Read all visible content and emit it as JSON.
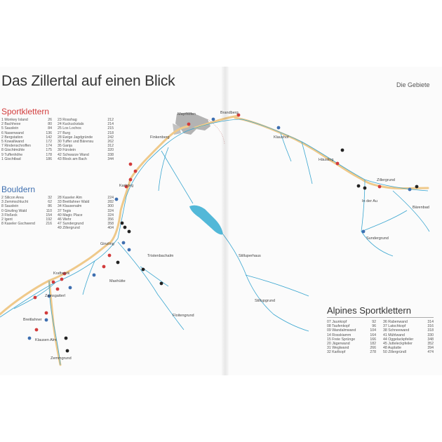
{
  "title": "Das Zillertal auf einen Blick",
  "subtitle": "Die Gebiete",
  "sections": {
    "sport": {
      "heading": "Sportklettern",
      "left": [
        [
          "1 Monkey Island",
          "26"
        ],
        [
          "2 Bachhexe",
          "80"
        ],
        [
          "5 Sauslein",
          "84"
        ],
        [
          "6 Nasenwand",
          "136"
        ],
        [
          "2 Bergstation",
          "142"
        ],
        [
          "5 Kowallwand",
          "172"
        ],
        [
          "7 Rindenschroffen",
          "174"
        ],
        [
          "8 Gischtmühle",
          "175"
        ],
        [
          "9 Tuffenhöhe",
          "178"
        ],
        [
          "1 Gischtbad",
          "186"
        ]
      ],
      "right": [
        [
          "23 Rosshag",
          "212"
        ],
        [
          "24 Kuckuckstals",
          "214"
        ],
        [
          "25 Los Lochos",
          "215"
        ],
        [
          "27 Burg",
          "218"
        ],
        [
          "28 Ewige Jagdgründe",
          "242"
        ],
        [
          "30 Tuffer und Bärensu",
          "262"
        ],
        [
          "35 Ganja",
          "312"
        ],
        [
          "39 Fürstein",
          "320"
        ],
        [
          "42 Schwarze Wand",
          "338"
        ],
        [
          "43 Block am Bach",
          "344"
        ]
      ]
    },
    "boulder": {
      "heading": "Bouldern",
      "left": [
        [
          "2 Silicon Area",
          "32"
        ],
        [
          "3 Zemmschlucht",
          "62"
        ],
        [
          "8 Sauslein",
          "86"
        ],
        [
          "0 Ginzling Wald",
          "110"
        ],
        [
          "3 Floßeck",
          "154"
        ],
        [
          "2 Igent",
          "192"
        ],
        [
          "8 Kaseler Gschwend",
          "216"
        ]
      ],
      "right": [
        [
          "28 Kaseler Alm",
          "224"
        ],
        [
          "33 Breitlahner Wald",
          "282"
        ],
        [
          "34 Klausenalm",
          "300"
        ],
        [
          "37 Tegis",
          "324"
        ],
        [
          "40 Magic Place",
          "324"
        ],
        [
          "46 Wehr",
          "356"
        ],
        [
          "47 Sundergrund",
          "358"
        ],
        [
          "49 Zillergrund",
          "404"
        ]
      ]
    },
    "alpine": {
      "heading": "Alpines Sportklettern",
      "left": [
        [
          "07 Jaunkopf",
          "92"
        ],
        [
          "08 Taufenkopf",
          "96"
        ],
        [
          "09 Wandalmwand",
          "104"
        ],
        [
          "14 Rosskiamm",
          "164"
        ],
        [
          "15 Freie Sprünge",
          "166"
        ],
        [
          "20 Jägerwand",
          "182"
        ],
        [
          "31 Weglwand",
          "266"
        ],
        [
          "32 Karlkopf",
          "278"
        ]
      ],
      "right": [
        [
          "36 Rabenwand",
          "314"
        ],
        [
          "37 Latschkopf",
          "316"
        ],
        [
          "38 Schneewand",
          "318"
        ],
        [
          "41 Mühlwand",
          "330"
        ],
        [
          "44 Oggelackpfeiler",
          "348"
        ],
        [
          "45 Jutteleckpfeiler",
          "352"
        ],
        [
          "48 Auplatte",
          "394"
        ],
        [
          "50 Zillergründl",
          "474"
        ]
      ]
    }
  },
  "places": {
    "mayrhofen": "Mayrhofen",
    "brandberg": "Brandberg",
    "finkenberg": "Finkenberg",
    "klaushof": "Klaushof",
    "haeusling": "Häusling",
    "zillergrund": "Zillergrund",
    "inderau": "In der Au",
    "baerenbad": "Bärenbad",
    "sundergrund": "Sundergrund",
    "karlsteg": "Karlsteg",
    "ginzling": "Ginzling",
    "tristenbachalm": "Tristenbachalm",
    "stilluperhaus": "Stilluperhaus",
    "stillupgrund": "Stillupgrund",
    "kraftwerk": "Kraftwerk",
    "maxhuette": "Maxhütte",
    "zamsgatterl": "Zamsgatterl",
    "floitengrund": "Floitengrund",
    "breitlahner": "Breitlahner",
    "klausenalm": "Klausen Alm",
    "zemmgrund": "Zemmgrund"
  },
  "colors": {
    "sport": "#d23b3b",
    "boulder": "#3e6fb0",
    "alpine": "#222222",
    "road": "#efc98a",
    "river": "#3aa6d0"
  }
}
